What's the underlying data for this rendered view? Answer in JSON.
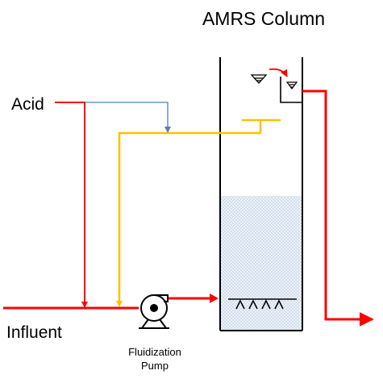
{
  "diagram": {
    "title": "AMRS Column",
    "labels": {
      "acid": "Acid",
      "influent": "Influent",
      "pump_line1": "Fluidization",
      "pump_line2": "Pump"
    }
  },
  "colors": {
    "influent_line": "#ff0000",
    "acid_line": "#ff0000",
    "recycle_line": "#ffc000",
    "dosing_line": "#4f81bd",
    "column_wall": "#000000",
    "media_bed": "#dbe5f1"
  }
}
